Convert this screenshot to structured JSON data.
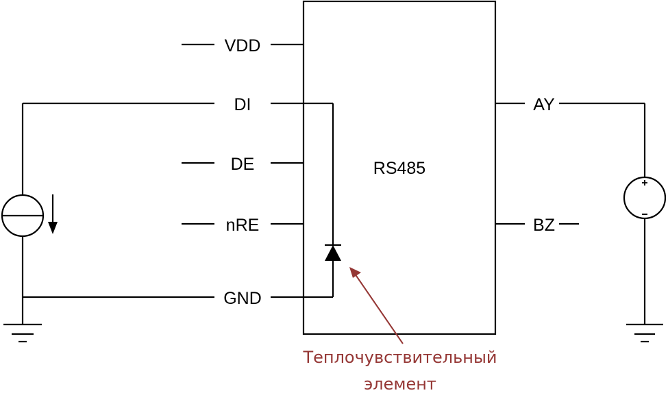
{
  "chip": {
    "name": "RS485",
    "left_pins": [
      "VDD",
      "DI",
      "DE",
      "nRE",
      "GND"
    ],
    "right_pins": [
      "AY",
      "BZ"
    ]
  },
  "components": {
    "left_source": "current-source",
    "left_source_direction_arrow": "down",
    "right_source": "voltage-source",
    "right_source_plus": "+",
    "right_source_minus": "−",
    "thermal_diode": "diode"
  },
  "annotation": {
    "line1": "Теплочувствительный",
    "line2": "элемент",
    "color": "#953735"
  },
  "colors": {
    "wire": "#000000",
    "annotation": "#953735"
  }
}
